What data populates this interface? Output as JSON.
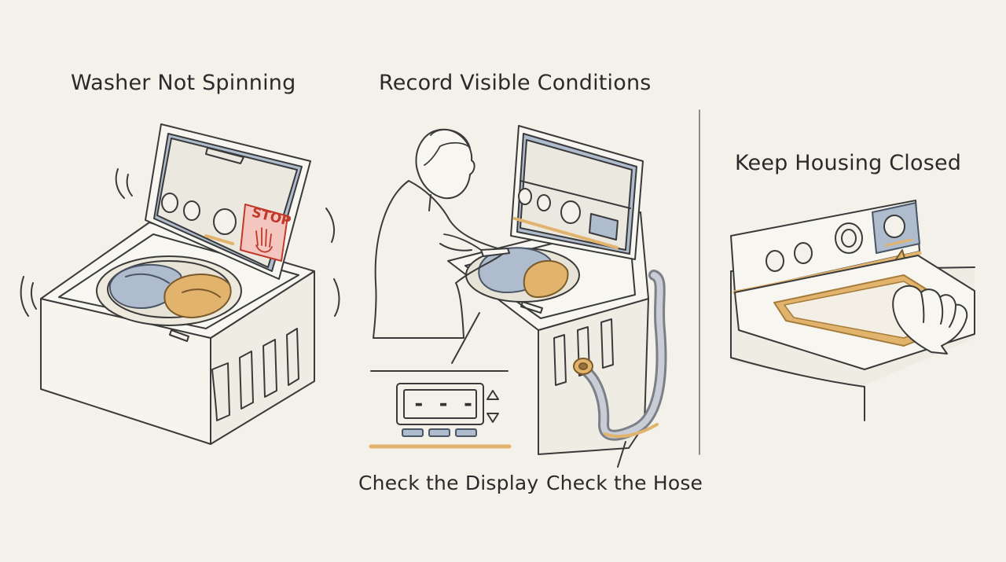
{
  "panels": {
    "left": {
      "title": "Washer Not Spinning",
      "stop_sign": "STOP"
    },
    "middle": {
      "title": "Record Visible Conditions",
      "display_readout": "- - -",
      "caption_display": "Check the Display",
      "caption_hose": "Check the Hose"
    },
    "right": {
      "title": "Keep Housing Closed"
    }
  },
  "colors": {
    "background": "#f3f1e9",
    "ink": "#3a3a3a",
    "accent_orange": "#e2b36d",
    "accent_blue": "#aebccd",
    "stop_red": "#c0392b"
  }
}
